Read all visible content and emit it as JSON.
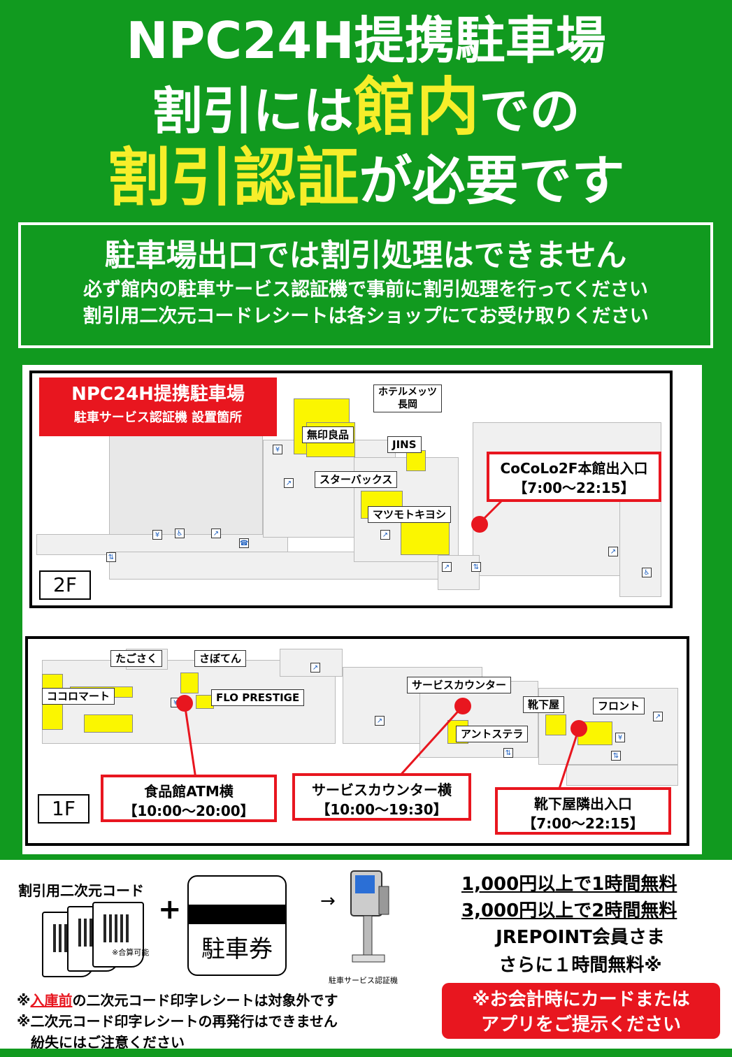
{
  "headline": {
    "line1": "NPC24H提携駐車場",
    "line2_pre": "割引には",
    "line2_highlight": "館内",
    "line2_post": "での",
    "line3_highlight": "割引認証",
    "line3_post": "が必要です"
  },
  "notice": {
    "title": "駐車場出口では割引処理はできません",
    "line1": "必ず館内の駐車サービス認証機で事前に割引処理を行ってください",
    "line2": "割引用二次元コードレシートは各ショップにてお受け取りください"
  },
  "map2f": {
    "title": "NPC24H提携駐車場",
    "subtitle": "駐車サービス認証機 設置箇所",
    "floor": "2F",
    "shops": {
      "hotel": "ホテルメッツ\n長岡",
      "muji": "無印良品",
      "jins": "JINS",
      "starbucks": "スターバックス",
      "matsumoto": "マツモトキヨシ"
    },
    "location": {
      "name": "CoCoLo2F本館出入口",
      "hours": "【7:00～22:15】"
    }
  },
  "map1f": {
    "floor": "1F",
    "shops": {
      "tagosaku": "たごさく",
      "sabo": "さぼてん",
      "kokoro": "ココロマート",
      "flo": "FLO PRESTIGE",
      "service": "サービスカウンター",
      "kutsushita": "靴下屋",
      "front": "フロント",
      "antstella": "アントステラ"
    },
    "locations": [
      {
        "name": "食品館ATM横",
        "hours": "【10:00～20:00】"
      },
      {
        "name": "サービスカウンター横",
        "hours": "【10:00～19:30】"
      },
      {
        "name": "靴下屋隣出入口",
        "hours": "【7:00～22:15】"
      }
    ]
  },
  "bottom": {
    "qr_label": "割引用二次元コード",
    "qr_note": "※合算可能",
    "plus": "+",
    "ticket": "駐車券",
    "arrow": "→",
    "machine_note": "駐車サービス認証機",
    "note1_pre": "※",
    "note1_red": "入庫前",
    "note1_post": "の二次元コード印字レシートは対象外です",
    "note2": "※二次元コード印字レシートの再発行はできません",
    "note3": "紛失にはご注意ください",
    "rule1": "1,000円以上で1時間無料",
    "rule2": "3,000円以上で2時間無料",
    "jre1": "JREPOINT会員さま",
    "jre2": "さらに１時間無料※",
    "card1": "※お会計時にカードまたは",
    "card2": "アプリをご提示ください"
  },
  "colors": {
    "green": "#119a1f",
    "yellow": "#f6ee2a",
    "red": "#e8161f",
    "shop_yellow": "#fbf600"
  }
}
